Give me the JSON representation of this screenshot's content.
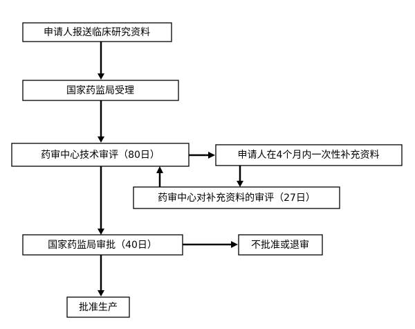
{
  "nodes": {
    "submit": "申请人报送临床研究资料",
    "accept": "国家药监局受理",
    "review": "药审中心技术审评（80日）",
    "supplement": "申请人在4个月内一次性补充资料",
    "supplement_review": "药审中心对补充资料的审评（27日）",
    "approval": "国家药监局审批（40日）",
    "reject": "不批准或退审",
    "produce": "批准生产"
  }
}
